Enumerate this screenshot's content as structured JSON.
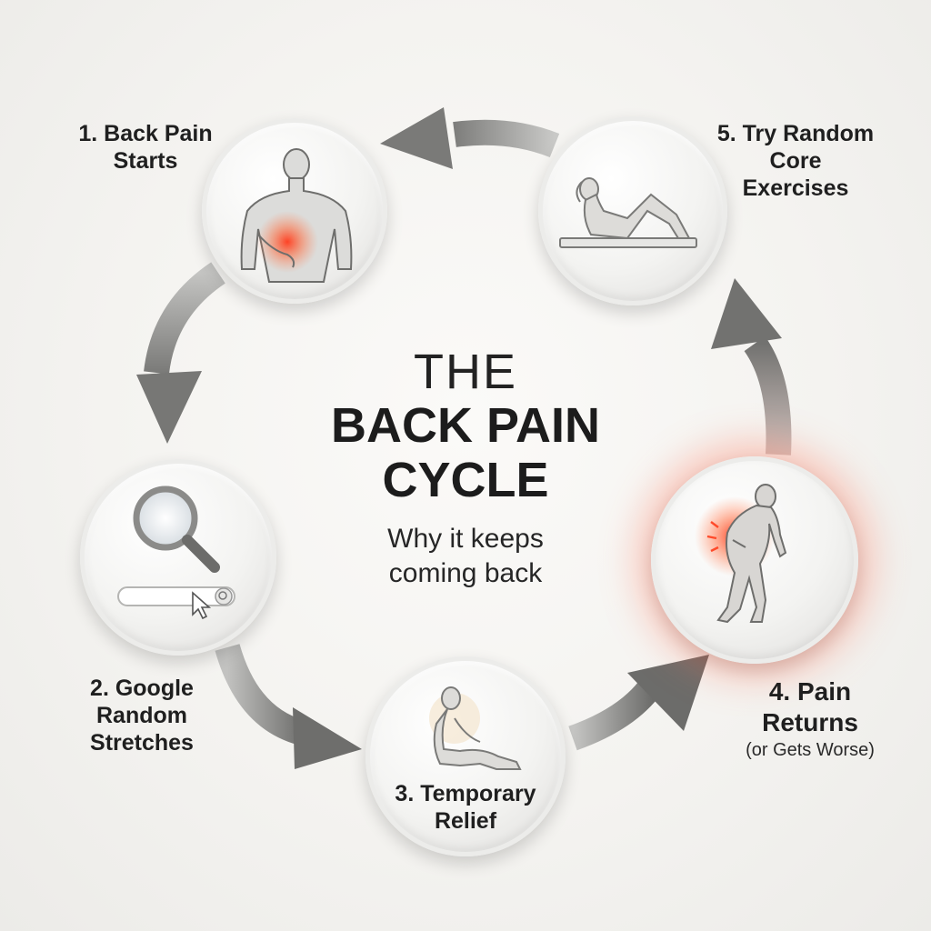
{
  "title": {
    "line1": "THE",
    "line2a": "BACK PAIN",
    "line2b": "CYCLE",
    "subtitle_a": "Why it keeps",
    "subtitle_b": "coming back"
  },
  "steps": [
    {
      "line1": "1. Back Pain",
      "line2": "Starts",
      "icon": "back-pain-figure-icon"
    },
    {
      "line1": "2. Google",
      "line2": "Random",
      "line3": "Stretches",
      "icon": "magnifier-search-icon"
    },
    {
      "line1": "3. Temporary",
      "line2": "Relief",
      "icon": "seated-figure-icon"
    },
    {
      "line1": "4. Pain",
      "line2": "Returns",
      "note": "(or Gets Worse)",
      "icon": "bent-over-figure-icon"
    },
    {
      "line1": "5. Try Random",
      "line2": "Core",
      "line3": "Exercises",
      "icon": "crunch-exercise-icon"
    }
  ],
  "colors": {
    "pain_glow": "#ff5a3c",
    "arrow": "#8a8a88",
    "text": "#1f1f1f"
  }
}
